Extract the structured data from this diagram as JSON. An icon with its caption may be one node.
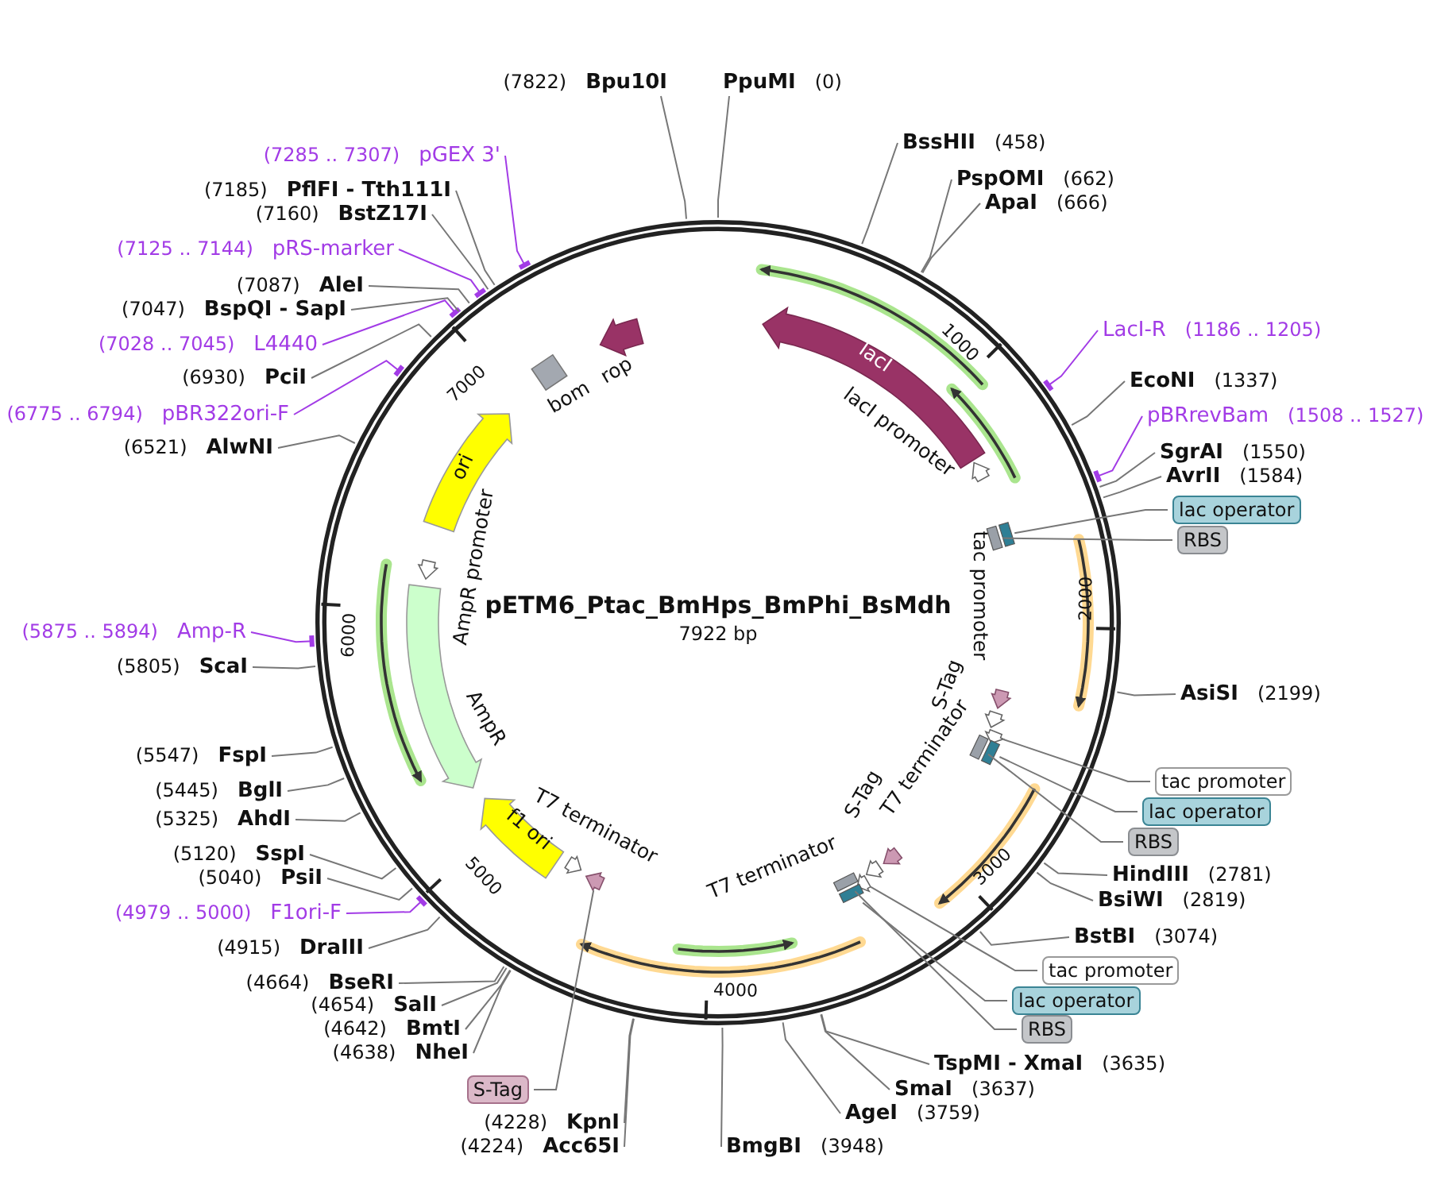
{
  "diagram": {
    "title": "pETM6_Ptac_BmHps_BmPhi_BsMdh",
    "caption": "7922 bp",
    "nodes": [
      {
        "text": [
          "(7822)",
          "Bpu10I"
        ]
      },
      {
        "text": [
          "PpuMI",
          "(0)"
        ]
      },
      {
        "text": [
          "BssHII",
          "(458)"
        ]
      },
      {
        "text": [
          "PspOMI",
          "(662)"
        ]
      },
      {
        "text": [
          "ApaI",
          "(666)"
        ]
      },
      {
        "text": [
          "LacI-R",
          "(1186 .. 1205)"
        ]
      },
      {
        "text": [
          "EcoNI",
          "(1337)"
        ]
      },
      {
        "text": [
          "pBRrevBam",
          "(1508 .. 1527)"
        ]
      },
      {
        "text": [
          "SgrAI",
          "(1550)"
        ]
      },
      {
        "text": [
          "AvrII",
          "(1584)"
        ]
      },
      {
        "text": [
          "lac operator"
        ]
      },
      {
        "text": [
          "RBS"
        ]
      },
      {
        "text": [
          "AsiSI",
          "(2199)"
        ]
      },
      {
        "text": [
          "tac promoter"
        ]
      },
      {
        "text": [
          "lac operator"
        ]
      },
      {
        "text": [
          "RBS"
        ]
      },
      {
        "text": [
          "HindIII",
          "(2781)"
        ]
      },
      {
        "text": [
          "BsiWI",
          "(2819)"
        ]
      },
      {
        "text": [
          "BstBI",
          "(3074)"
        ]
      },
      {
        "text": [
          "tac promoter"
        ]
      },
      {
        "text": [
          "lac operator"
        ]
      },
      {
        "text": [
          "RBS"
        ]
      },
      {
        "text": [
          "TspMI - XmaI",
          "(3635)"
        ]
      },
      {
        "text": [
          "SmaI",
          "(3637)"
        ]
      },
      {
        "text": [
          "AgeI",
          "(3759)"
        ]
      },
      {
        "text": [
          "BmgBI",
          "(3948)"
        ]
      },
      {
        "text": [
          "(4224)",
          "Acc65I"
        ]
      },
      {
        "text": [
          "(4228)",
          "KpnI"
        ]
      },
      {
        "text": [
          "S-Tag"
        ]
      },
      {
        "text": [
          "(4638)",
          "NheI"
        ]
      },
      {
        "text": [
          "(4642)",
          "BmtI"
        ]
      },
      {
        "text": [
          "(4654)",
          "SalI"
        ]
      },
      {
        "text": [
          "(4664)",
          "BseRI"
        ]
      },
      {
        "text": [
          "(4915)",
          "DraIII"
        ]
      },
      {
        "text": [
          "(4979 .. 5000)",
          "F1ori-F"
        ]
      },
      {
        "text": [
          "(5040)",
          "PsiI"
        ]
      },
      {
        "text": [
          "(5120)",
          "SspI"
        ]
      },
      {
        "text": [
          "(5325)",
          "AhdI"
        ]
      },
      {
        "text": [
          "(5445)",
          "BglI"
        ]
      },
      {
        "text": [
          "(5547)",
          "FspI"
        ]
      },
      {
        "text": [
          "(5805)",
          "ScaI"
        ]
      },
      {
        "text": [
          "(5875 .. 5894)",
          "Amp-R"
        ]
      },
      {
        "text": [
          "(6521)",
          "AlwNI"
        ]
      },
      {
        "text": [
          "(6775 .. 6794)",
          "pBR322ori-F"
        ]
      },
      {
        "text": [
          "(6930)",
          "PciI"
        ]
      },
      {
        "text": [
          "(7028 .. 7045)",
          "L4440"
        ]
      },
      {
        "text": [
          "(7047)",
          "BspQI - SapI"
        ]
      },
      {
        "text": [
          "(7087)",
          "AleI"
        ]
      },
      {
        "text": [
          "(7125 .. 7144)",
          "pRS-marker"
        ]
      },
      {
        "text": [
          "(7160)",
          "BstZ17I"
        ]
      },
      {
        "text": [
          "(7185)",
          "PflFI - Tth111I"
        ]
      },
      {
        "text": [
          "(7285 .. 7307)",
          "pGEX 3'"
        ]
      },
      {
        "text": [
          "lacI"
        ]
      },
      {
        "text": [
          "lacI promoter"
        ]
      },
      {
        "text": [
          "tac promoter"
        ]
      },
      {
        "text": [],
        "shape": "box"
      },
      {
        "text": [],
        "shape": "box"
      },
      {
        "text": [
          "S-Tag"
        ]
      },
      {
        "text": [
          "T7 terminator"
        ]
      },
      {
        "text": [],
        "shape": "arrow"
      },
      {
        "text": [],
        "shape": "box"
      },
      {
        "text": [],
        "shape": "box"
      },
      {
        "text": [
          "S-Tag"
        ]
      },
      {
        "text": [
          "T7 terminator"
        ]
      },
      {
        "text": [],
        "shape": "arrow"
      },
      {
        "text": [],
        "shape": "box"
      },
      {
        "text": [],
        "shape": "box"
      },
      {
        "text": [
          "T7 terminator"
        ]
      },
      {
        "text": [],
        "shape": "arrow"
      },
      {
        "text": [
          "f1 ori"
        ]
      },
      {
        "text": [
          "AmpR"
        ]
      },
      {
        "text": [
          "AmpR promoter"
        ]
      },
      {
        "text": [
          "ori"
        ]
      },
      {
        "text": [
          "bom"
        ]
      },
      {
        "text": [
          "rop"
        ]
      },
      {
        "text": [],
        "shape": "arrow"
      },
      {
        "text": [],
        "shape": "arrow"
      },
      {
        "text": [],
        "shape": "arrow"
      },
      {
        "text": [],
        "shape": "arrow"
      },
      {
        "text": [],
        "shape": "arrow"
      },
      {
        "text": [],
        "shape": "arrow"
      },
      {
        "text": [],
        "shape": "arrow"
      }
    ],
    "edges": [
      {
        "from": 0,
        "to": null,
        "arrow": "none"
      },
      {
        "from": 1,
        "to": null,
        "arrow": "none"
      },
      {
        "from": 2,
        "to": null,
        "arrow": "none"
      },
      {
        "from": 3,
        "to": null,
        "arrow": "none"
      },
      {
        "from": 4,
        "to": null,
        "arrow": "none"
      },
      {
        "from": 5,
        "to": null,
        "arrow": "none",
        "color": "#a23be6"
      },
      {
        "from": 6,
        "to": null,
        "arrow": "none"
      },
      {
        "from": 7,
        "to": null,
        "arrow": "none",
        "color": "#a23be6"
      },
      {
        "from": 8,
        "to": null,
        "arrow": "none"
      },
      {
        "from": 9,
        "to": null,
        "arrow": "none"
      },
      {
        "from": 10,
        "to": 55,
        "arrow": "none"
      },
      {
        "from": 11,
        "to": 56,
        "arrow": "none"
      },
      {
        "from": 12,
        "to": null,
        "arrow": "none"
      },
      {
        "from": 13,
        "to": 59,
        "arrow": "none"
      },
      {
        "from": 14,
        "to": 60,
        "arrow": "none"
      },
      {
        "from": 15,
        "to": 61,
        "arrow": "none"
      },
      {
        "from": 16,
        "to": null,
        "arrow": "none"
      },
      {
        "from": 17,
        "to": null,
        "arrow": "none"
      },
      {
        "from": 18,
        "to": null,
        "arrow": "none"
      },
      {
        "from": 19,
        "to": 64,
        "arrow": "none"
      },
      {
        "from": 20,
        "to": 65,
        "arrow": "none"
      },
      {
        "from": 21,
        "to": 66,
        "arrow": "none"
      },
      {
        "from": 22,
        "to": null,
        "arrow": "none"
      },
      {
        "from": 23,
        "to": null,
        "arrow": "none"
      },
      {
        "from": 24,
        "to": null,
        "arrow": "none"
      },
      {
        "from": 25,
        "to": null,
        "arrow": "none"
      },
      {
        "from": 26,
        "to": null,
        "arrow": "none"
      },
      {
        "from": 27,
        "to": null,
        "arrow": "none"
      },
      {
        "from": 28,
        "to": 68,
        "arrow": "none"
      },
      {
        "from": 29,
        "to": null,
        "arrow": "none"
      },
      {
        "from": 30,
        "to": null,
        "arrow": "none"
      },
      {
        "from": 31,
        "to": null,
        "arrow": "none"
      },
      {
        "from": 32,
        "to": null,
        "arrow": "none"
      },
      {
        "from": 33,
        "to": null,
        "arrow": "none"
      },
      {
        "from": 34,
        "to": null,
        "arrow": "none",
        "color": "#a23be6"
      },
      {
        "from": 35,
        "to": null,
        "arrow": "none"
      },
      {
        "from": 36,
        "to": null,
        "arrow": "none"
      },
      {
        "from": 37,
        "to": null,
        "arrow": "none"
      },
      {
        "from": 38,
        "to": null,
        "arrow": "none"
      },
      {
        "from": 39,
        "to": null,
        "arrow": "none"
      },
      {
        "from": 40,
        "to": null,
        "arrow": "none"
      },
      {
        "from": 41,
        "to": null,
        "arrow": "none",
        "color": "#a23be6"
      },
      {
        "from": 42,
        "to": null,
        "arrow": "none"
      },
      {
        "from": 43,
        "to": null,
        "arrow": "none",
        "color": "#a23be6"
      },
      {
        "from": 44,
        "to": null,
        "arrow": "none"
      },
      {
        "from": 45,
        "to": null,
        "arrow": "none",
        "color": "#a23be6"
      },
      {
        "from": 46,
        "to": null,
        "arrow": "none"
      },
      {
        "from": 47,
        "to": null,
        "arrow": "none"
      },
      {
        "from": 48,
        "to": null,
        "arrow": "none",
        "color": "#a23be6"
      },
      {
        "from": 49,
        "to": null,
        "arrow": "none"
      },
      {
        "from": 50,
        "to": null,
        "arrow": "none"
      },
      {
        "from": 51,
        "to": null,
        "arrow": "none",
        "color": "#a23be6"
      }
    ],
    "labels": [
      "1000",
      "2000",
      "3000",
      "4000",
      "5000",
      "6000",
      "7000"
    ]
  }
}
